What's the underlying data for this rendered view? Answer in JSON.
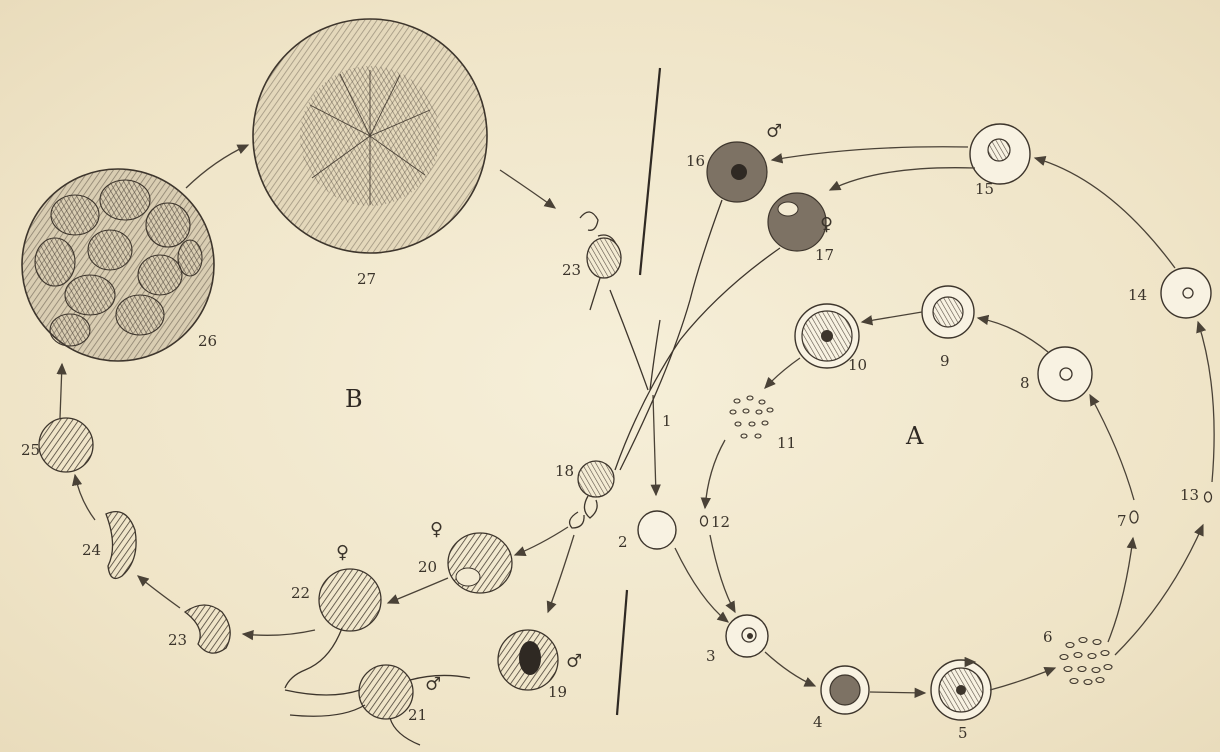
{
  "figure": {
    "cycle_labels": {
      "A": "A",
      "B": "B"
    },
    "stage_labels": {
      "s1": "1",
      "s2": "2",
      "s3": "3",
      "s4": "4",
      "s5": "5",
      "s6": "6",
      "s7": "7",
      "s8": "8",
      "s9": "9",
      "s10": "10",
      "s11": "11",
      "s12": "12",
      "s13": "13",
      "s14": "14",
      "s15": "15",
      "s16": "16",
      "s17": "17",
      "s18": "18",
      "s19": "19",
      "s20": "20",
      "s21": "21",
      "s22": "22",
      "s23a": "23",
      "s23b": "23",
      "s24": "24",
      "s25": "25",
      "s26": "26",
      "s27": "27"
    },
    "sex_symbols": {
      "male": "♂",
      "female": "♀"
    }
  },
  "colors": {
    "paper": "#f3ead2",
    "ink": "#3d352c"
  }
}
